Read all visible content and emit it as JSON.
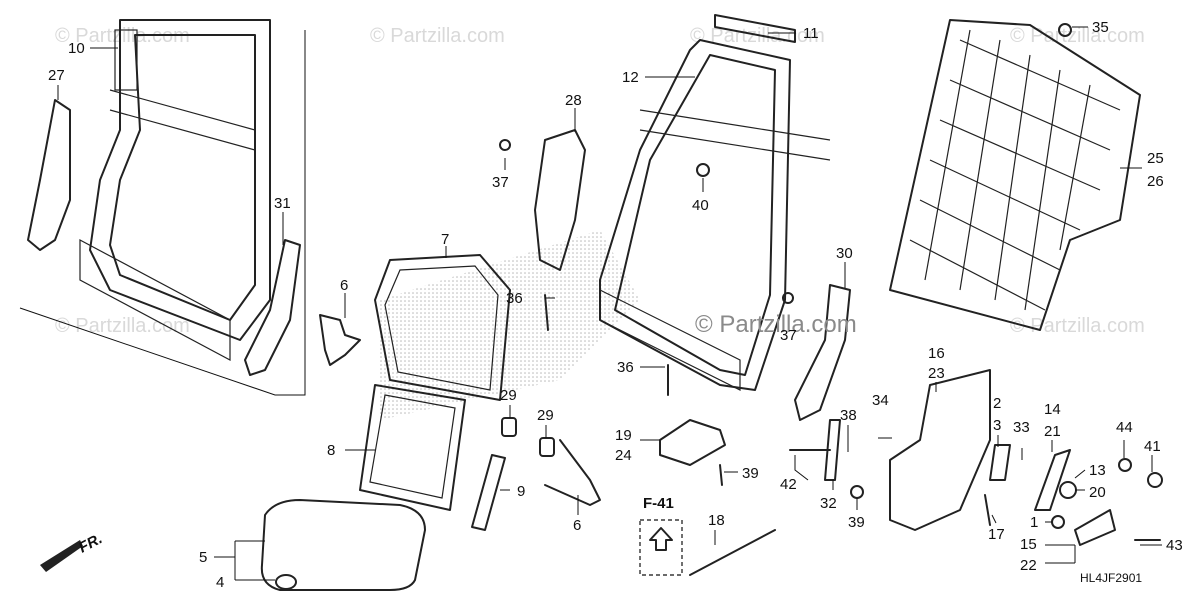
{
  "watermarks": [
    "© Partzilla.com",
    "© Partzilla.com",
    "© Partzilla.com",
    "© Partzilla.com",
    "© Partzilla.com",
    "© Partzilla.com"
  ],
  "center_watermark": "© Partzilla.com",
  "diagram_code": "HL4JF2901",
  "front_label": "FR.",
  "ref_box_label": "F-41",
  "callouts": [
    "10",
    "27",
    "31",
    "6",
    "7",
    "8",
    "5",
    "4",
    "28",
    "37",
    "36",
    "29",
    "29",
    "9",
    "6",
    "12",
    "11",
    "40",
    "36",
    "19",
    "24",
    "39",
    "30",
    "37",
    "35",
    "25",
    "26",
    "16",
    "23",
    "34",
    "38",
    "2",
    "3",
    "33",
    "14",
    "21",
    "44",
    "41",
    "13",
    "20",
    "17",
    "1",
    "15",
    "22",
    "43",
    "42",
    "32",
    "39",
    "18"
  ]
}
